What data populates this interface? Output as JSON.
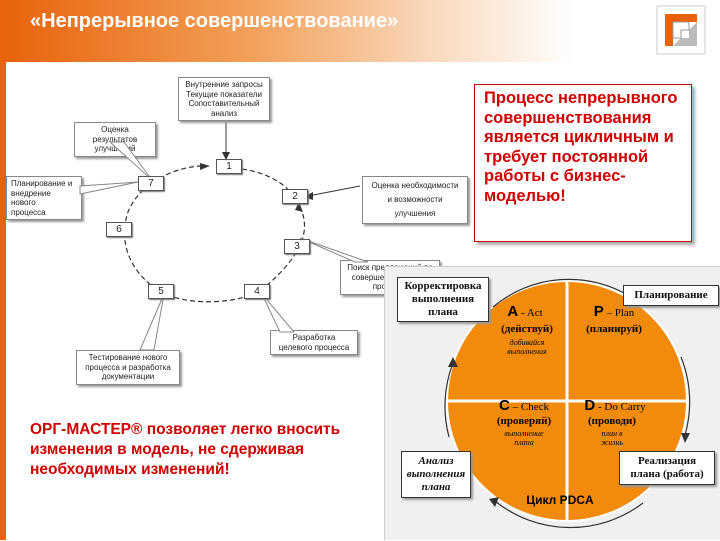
{
  "header": {
    "title": "«Непрерывное совершенствование»"
  },
  "cycle": {
    "requests": [
      "Внутренние запросы",
      "Текущие показатели",
      "Сопоставительный анализ"
    ],
    "evaluation": [
      "Оценка результатов",
      "улучшений"
    ],
    "planning": [
      "Планирование и",
      "внедрение нового",
      "процесса"
    ],
    "assessment": [
      "Оценка  необходимости",
      "и возможности улучшения"
    ],
    "search": [
      "Поиск предложений по",
      "совершенствованию",
      "процесса"
    ],
    "development": [
      "Разработка",
      "целевого процесса"
    ],
    "testing": [
      "Тестирование нового",
      "процесса и разработка",
      "документации"
    ],
    "nodes": [
      "1",
      "2",
      "3",
      "4",
      "5",
      "6",
      "7"
    ]
  },
  "statement": "Процесс непрерывного совершенствования является цикличным и требует постоянной работы с бизнес-моделью!",
  "org_text": "ОРГ-МАСТЕР® позволяет легко вносить изменения в модель, не сдерживая необходимых изменений!",
  "pdca": {
    "title": "Цикл PDCA",
    "correction": [
      "Корректировка",
      "выполнения",
      "плана"
    ],
    "planning": "Планирование",
    "analysis": [
      "Анализ",
      "выполнения",
      "плана"
    ],
    "realization": [
      "Реализация",
      "плана (работа)"
    ],
    "act": {
      "letter": "A",
      "word": " - Act",
      "ru": "(действуй)",
      "note": [
        "добивайся",
        "выполнения"
      ]
    },
    "plan": {
      "letter": "P",
      "word": " – Plan",
      "ru": "(планируй)"
    },
    "check": {
      "letter": "C",
      "word": " – Check",
      "ru": "(проверяй)",
      "note": [
        "выполнение",
        "плана"
      ]
    },
    "do": {
      "letter": "D",
      "word": " - Do Carry",
      "ru": "(проводи)",
      "note": [
        "план в",
        "жизнь"
      ]
    }
  },
  "colors": {
    "orange": "#e8620a",
    "red": "#d00000",
    "circle": "#f28b0c"
  }
}
